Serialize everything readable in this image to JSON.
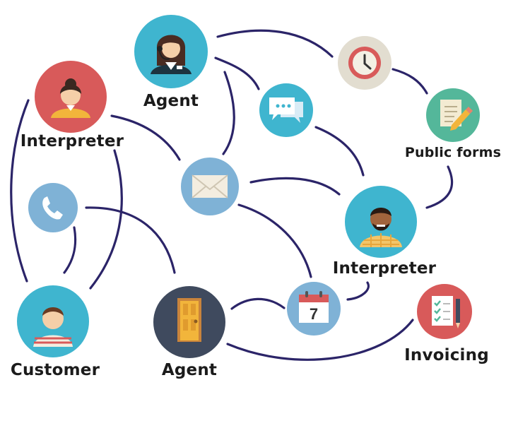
{
  "labels": {
    "agent_top": "Agent",
    "interpreter_left": "Interpreter",
    "public_forms": "Public forms",
    "interpreter_right": "Interpreter",
    "customer": "Customer",
    "agent_bottom": "Agent",
    "invoicing": "Invoicing"
  },
  "calendar_day": "7",
  "icons": [
    "headset-agent-icon",
    "clock-icon",
    "chat-icon",
    "public-forms-icon",
    "interpreter-woman-icon",
    "phone-icon",
    "envelope-icon",
    "interpreter-man-icon",
    "customer-icon",
    "door-icon",
    "calendar-icon",
    "invoice-icon"
  ],
  "colors": {
    "line": "#2b2468",
    "teal": "#3fb5cf",
    "red": "#d85a5a",
    "slate": "#3f4a5e",
    "light_blue": "#7fb2d6"
  }
}
